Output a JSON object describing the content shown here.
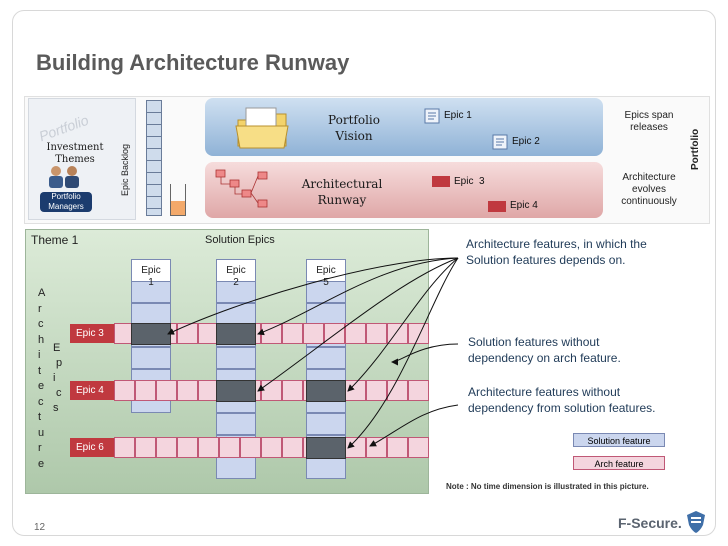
{
  "title": "Building Architecture Runway",
  "banner": {
    "investment_themes": "Investment Themes",
    "portfolio_label": "Portfolio",
    "portfolio_managers": "Portfolio Managers",
    "epic_backlog": "Epic Backlog",
    "portfolio_vision": "Portfolio Vision",
    "architectural_runway": "Architectural Runway",
    "epic1": "Epic 1",
    "epic2": "Epic 2",
    "epic3": "Epic  3",
    "epic4": "Epic 4",
    "epics_span": "Epics span releases",
    "arch_evolves": "Architecture evolves continuously",
    "portfolio_side": "Portfolio"
  },
  "diagram": {
    "theme": "Theme 1",
    "solution_epics": "Solution Epics",
    "architecture_letters": [
      "A",
      "r",
      "c",
      "h",
      "i",
      "t",
      "e",
      "c",
      "t",
      "u",
      "r",
      "e"
    ],
    "epics_letters": [
      "E",
      "p",
      "i",
      "c",
      "s"
    ],
    "solution_epic_columns": [
      {
        "line1": "Epic",
        "line2": "1"
      },
      {
        "line1": "Epic",
        "line2": "2"
      },
      {
        "line1": "Epic",
        "line2": "5"
      }
    ],
    "arch_epic_rows": [
      "Epic 3",
      "Epic 4",
      "Epic 6"
    ]
  },
  "notes": {
    "arch_features_1": "Architecture features, in which the",
    "arch_features_2": "Solution features depends on.",
    "sol_no_dep_1": "Solution features without",
    "sol_no_dep_2": "dependency on arch feature.",
    "arch_no_dep_1": "Architecture features without",
    "arch_no_dep_2": "dependency from solution features.",
    "legend_solution": "Solution feature",
    "legend_arch": "Arch feature",
    "note": "Note : No time dimension is illustrated in this picture."
  },
  "footer": {
    "page_number": "12",
    "logo": "F-Secure."
  },
  "colors": {
    "title": "#5a5a5a",
    "epic_tag": "#c0393f",
    "solution_cell": "#cbd6ee",
    "arch_cell": "#f4d5de",
    "shared_cell": "#5b636b",
    "panel_green": "#c5dbc1"
  }
}
